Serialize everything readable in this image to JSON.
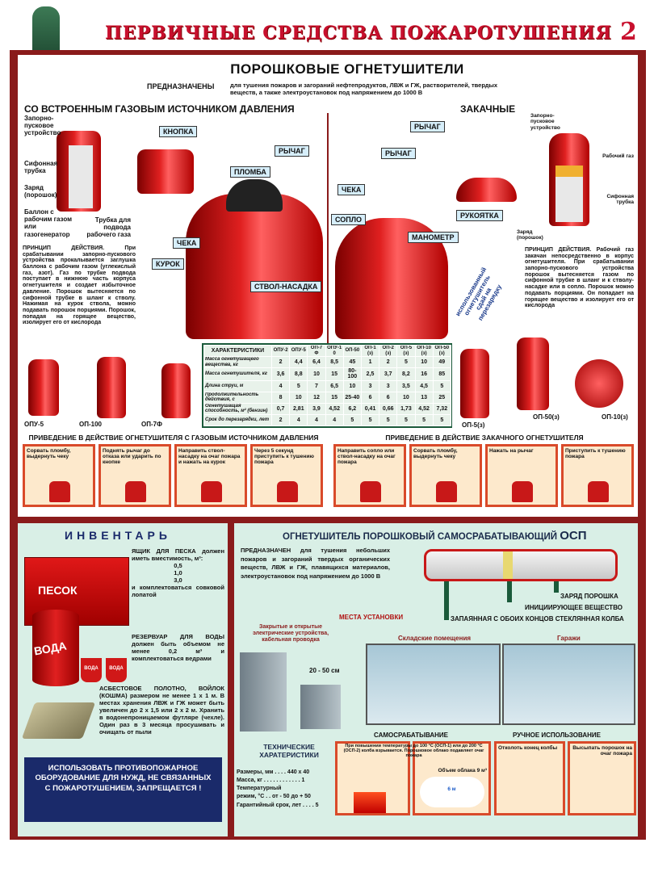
{
  "title": "ПЕРВИЧНЫЕ СРЕДСТВА ПОЖАРОТУШЕНИЯ",
  "sheet_number": "2",
  "powder": {
    "heading": "ПОРОШКОВЫЕ ОГНЕТУШИТЕЛИ",
    "purpose_label": "ПРЕДНАЗНАЧЕНЫ",
    "purpose_text": "для тушения пожаров и загораний нефтепродуктов, ЛВЖ и ГЖ, растворителей, твердых веществ, а также электроустановок под напряжением до 1000 В",
    "gas_source_heading": "СО ВСТРОЕННЫМ ГАЗОВЫМ ИСТОЧНИКОМ ДАВЛЕНИЯ",
    "pumped_heading": "ЗАКАЧНЫЕ",
    "left_diagram": [
      "Запорно-пусковое устройство",
      "Сифонная трубка",
      "Заряд (порошок)",
      "Баллон с рабочим газом или газогенератор",
      "Трубка для подвода рабочего газа"
    ],
    "center_labels": [
      "КНОПКА",
      "РЫЧАГ",
      "ПЛОМБА",
      "ЧЕКА",
      "КУРОК",
      "СТВОЛ-НАСАДКА"
    ],
    "right_labels": [
      "РЫЧАГ",
      "РЫЧАГ",
      "ЧЕКА",
      "СОПЛО",
      "РУКОЯТКА",
      "МАНОМЕТР"
    ],
    "stamp_text": "использованный огнетушитель сдай на перезарядку",
    "right_diagram": [
      "Запорно-пусковое устройство",
      "Рабочий газ",
      "Сифонная трубка",
      "Заряд (порошок)"
    ],
    "principle_left": "ПРИНЦИП ДЕЙСТВИЯ. При срабатывании запорно-пускового устройства прокалывается заглушка баллона с рабочим газом (углекислый газ, азот). Газ по трубке подвода поступает в нижнюю часть корпуса огнетушителя и создает избыточное давление. Порошок вытесняется по сифонной трубке в шланг к стволу. Нажимая на курок ствола, можно подавать порошок порциями. Порошок, попадая на горящее вещество, изолирует его от кислорода",
    "principle_right": "ПРИНЦИП ДЕЙСТВИЯ. Рабочий газ закачан непосредственно в корпус огнетушителя. При срабатывании запорно-пускового устройства порошок вытесняется газом по сифонной трубке в шланг и к стволу-насадке или в сопло. Порошок можно подавать порциями. Он попадает на горящее вещество и изолирует его от кислорода",
    "models_left": [
      "ОПУ-5",
      "ОП-100",
      "ОП-7Ф"
    ],
    "models_right": [
      "ОП-5(з)",
      "ОП-50(з)",
      "ОП-10(з)"
    ]
  },
  "table": {
    "header": [
      "ХАРАКТЕРИСТИКИ",
      "ОПУ-2",
      "ОПУ-5",
      "ОП-7Ф",
      "ОПУ-10",
      "ОП-50",
      "ОП-1(з)",
      "ОП-2(з)",
      "ОП-5(з)",
      "ОП-10(з)",
      "ОП-50(з)"
    ],
    "rows": [
      [
        "Масса огнетушащего вещества, кг",
        "2",
        "4,4",
        "6,4",
        "8,5",
        "45",
        "1",
        "2",
        "5",
        "10",
        "49"
      ],
      [
        "Масса огнетушителя, кг",
        "3,6",
        "8,8",
        "10",
        "15",
        "80-100",
        "2,5",
        "3,7",
        "8,2",
        "16",
        "85"
      ],
      [
        "Длина струи, м",
        "4",
        "5",
        "7",
        "6,5",
        "10",
        "3",
        "3",
        "3,5",
        "4,5",
        "5"
      ],
      [
        "Продолжительность действия, с",
        "8",
        "10",
        "12",
        "15",
        "25-40",
        "6",
        "6",
        "10",
        "13",
        "25"
      ],
      [
        "Огнетушащая способность, м² (бензин)",
        "0,7",
        "2,81",
        "3,9",
        "4,52",
        "6,2",
        "0,41",
        "0,66",
        "1,73",
        "4,52",
        "7,32"
      ],
      [
        "Срок до перезарядки, лет",
        "2",
        "4",
        "4",
        "4",
        "5",
        "5",
        "5",
        "5",
        "5",
        "5"
      ]
    ]
  },
  "steps_gas": {
    "heading": "ПРИВЕДЕНИЕ В ДЕЙСТВИЕ ОГНЕТУШИТЕЛЯ С ГАЗОВЫМ ИСТОЧНИКОМ ДАВЛЕНИЯ",
    "items": [
      "Сорвать пломбу, выдернуть чеку",
      "Поднять рычаг до отказа или ударить по кнопке",
      "Направить ствол-насадку на очаг пожара и нажать на курок",
      "Через 5 секунд приступить к тушению пожара"
    ]
  },
  "steps_pumped": {
    "heading": "ПРИВЕДЕНИЕ В ДЕЙСТВИЕ ЗАКАЧНОГО ОГНЕТУШИТЕЛЯ",
    "items": [
      "Направить сопло или ствол-насадку на очаг пожара",
      "Сорвать пломбу, выдернуть чеку",
      "Нажать на рычаг",
      "Приступить к тушению пожара"
    ]
  },
  "inventory": {
    "heading": "ИНВЕНТАРЬ",
    "sand_label": "ПЕСОК",
    "water_label": "ВОДА",
    "bucket_label": "ВОДА",
    "sand_text": "ЯЩИК ДЛЯ ПЕСКА должен иметь вместимость, м³:",
    "sand_volumes": [
      "0,5",
      "1,0",
      "3,0"
    ],
    "sand_text2": "и комплектоваться совковой лопатой",
    "water_text": "РЕЗЕРВУАР ДЛЯ ВОДЫ должен быть объемом не менее 0,2 м³ и комплектоваться ведрами",
    "blanket_text": "АСБЕСТОВОЕ ПОЛОТНО, ВОЙЛОК (КОШМА) размером не менее 1 х 1 м. В местах хранения ЛВЖ и ГЖ может быть увеличен до 2 х 1,5 или 2 х 2 м. Хранить в водонепроницаемом футляре (чехле). Один раз в 3 месяца просушивать и очищать от пыли",
    "warning": "ИСПОЛЬЗОВАТЬ ПРОТИВОПОЖАРНОЕ ОБОРУДОВАНИЕ ДЛЯ НУЖД, НЕ СВЯЗАННЫХ С ПОЖАРОТУШЕНИЕМ, ЗАПРЕЩАЕТСЯ !"
  },
  "osp": {
    "heading": "ОГНЕТУШИТЕЛЬ ПОРОШКОВЫЙ САМОСРАБАТЫВАЮЩИЙ",
    "heading_abbr": "ОСП",
    "purpose_label": "ПРЕДНАЗНАЧЕН",
    "purpose_text": "для тушения небольших пожаров и загораний твердых органических веществ, ЛВЖ и ГЖ, плавящихся материалов, электроустановок под напряжением до 1000 В",
    "parts": [
      "ЗАРЯД ПОРОШКА",
      "ИНИЦИИРУЮЩЕЕ ВЕЩЕСТВО",
      "ЗАПАЯННАЯ С ОБОИХ КОНЦОВ СТЕКЛЯННАЯ КОЛБА"
    ],
    "places_heading": "МЕСТА УСТАНОВКИ",
    "place_electrical": "Закрытые и открытые электрические устройства, кабельная проводка",
    "distance": "20 - 50 см",
    "place_warehouse": "Складские помещения",
    "place_garage": "Гаражи",
    "tech_heading": "ТЕХНИЧЕСКИЕ ХАРАТЕРИСТИКИ",
    "specs": [
      "Размеры, мм . . . . 440 х 40",
      "Масса, кг . . . . . . . . . . . . 1",
      "Температурный",
      "режим, °С . . от - 50 до + 50",
      "Гарантийный срок, лет . . . . 5"
    ],
    "auto_heading": "САМОСРАБАТЫВАНИЕ",
    "auto_text": "При повышении температуры до 100 °С (ОСП-1) или до 200 °С (ОСП-2) колба взрывается. Порошковое облако подавляет очаг пожара",
    "cloud_volume": "Объем облака 9 м³",
    "cloud_width": "6 м",
    "manual_heading": "РУЧНОЕ ИСПОЛЬЗОВАНИЕ",
    "manual_steps": [
      "Отколоть конец колбы",
      "Высыпать порошок на очаг пожара"
    ]
  }
}
